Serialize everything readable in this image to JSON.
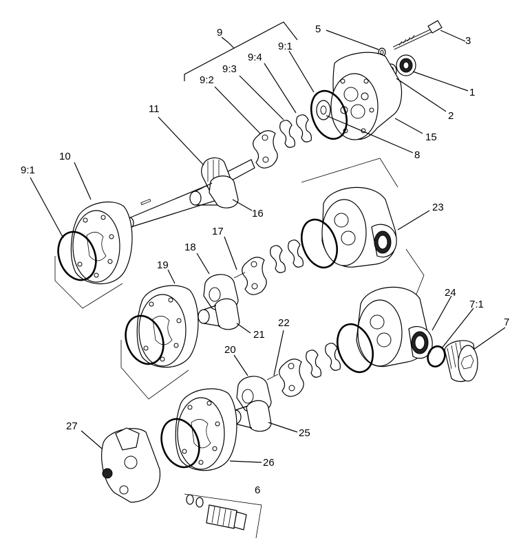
{
  "labels": {
    "l1": "1",
    "l2": "2",
    "l3": "3",
    "l5": "5",
    "l6": "6",
    "l7": "7",
    "l7_1": "7:1",
    "l8": "8",
    "l9": "9",
    "l9_1a": "9:1",
    "l9_1b": "9:1",
    "l9_2": "9:2",
    "l9_3": "9:3",
    "l9_4": "9:4",
    "l10": "10",
    "l11": "11",
    "l15": "15",
    "l16": "16",
    "l17": "17",
    "l18": "18",
    "l19": "19",
    "l20": "20",
    "l21": "21",
    "l22": "22",
    "l23": "23",
    "l24": "24",
    "l25": "25",
    "l26": "26",
    "l27": "27"
  }
}
